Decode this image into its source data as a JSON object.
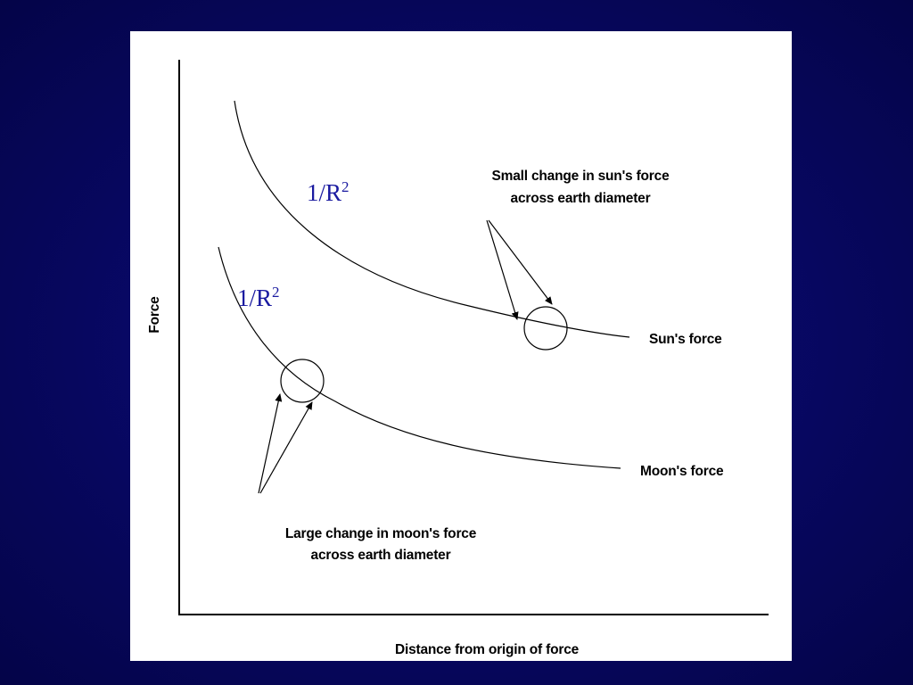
{
  "figure": {
    "x_axis_label": "Distance from origin of force",
    "y_axis_label": "Force",
    "curves": [
      {
        "name": "Sun's force",
        "formula_base": "1/R",
        "formula_exp": "2"
      },
      {
        "name": "Moon's force",
        "formula_base": "1/R",
        "formula_exp": "2"
      }
    ],
    "annotations": {
      "sun_line1": "Small change in sun's force",
      "sun_line2": "across earth diameter",
      "moon_line1": "Large change in moon's force",
      "moon_line2": "across earth diameter"
    }
  },
  "colors": {
    "background": "#07075e",
    "panel": "#ffffff",
    "formula": "#1a1aa0"
  }
}
